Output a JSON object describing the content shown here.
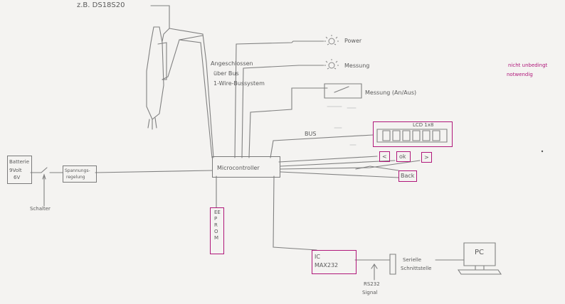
{
  "labels": {
    "sensor": "z.B. DS18S20",
    "power": "Power",
    "measure": "Messung",
    "measure_switch": "Messung (An/Aus)",
    "bus_note_1": "Angeschlossen",
    "bus_note_2": "über Bus",
    "bus_note_3": "1-Wire-Bussystem",
    "bus": "BUS",
    "lcd": "LCD 1x8",
    "btn_left": "<",
    "btn_ok": "ok",
    "btn_right": ">",
    "btn_back": "Back",
    "battery_1": "Batterie",
    "battery_2": "9Volt",
    "battery_3": "6V",
    "regulator_1": "Spannungs-",
    "regulator_2": "regelung",
    "switch": "Schalter",
    "mcu": "Microcontroller",
    "eeprom": "EEPROM",
    "max232_1": "IC",
    "max232_2": "MAX232",
    "rs232": "RS232",
    "signal": "Signal",
    "serial_1": "Serielle",
    "serial_2": "Schnittstelle",
    "pc": "PC",
    "note_1": "nicht unbedingt",
    "note_2": "notwendig"
  },
  "colors": {
    "pencil": "#7a7a7a",
    "highlight": "#b0177a",
    "paper": "#f4f3f1"
  }
}
